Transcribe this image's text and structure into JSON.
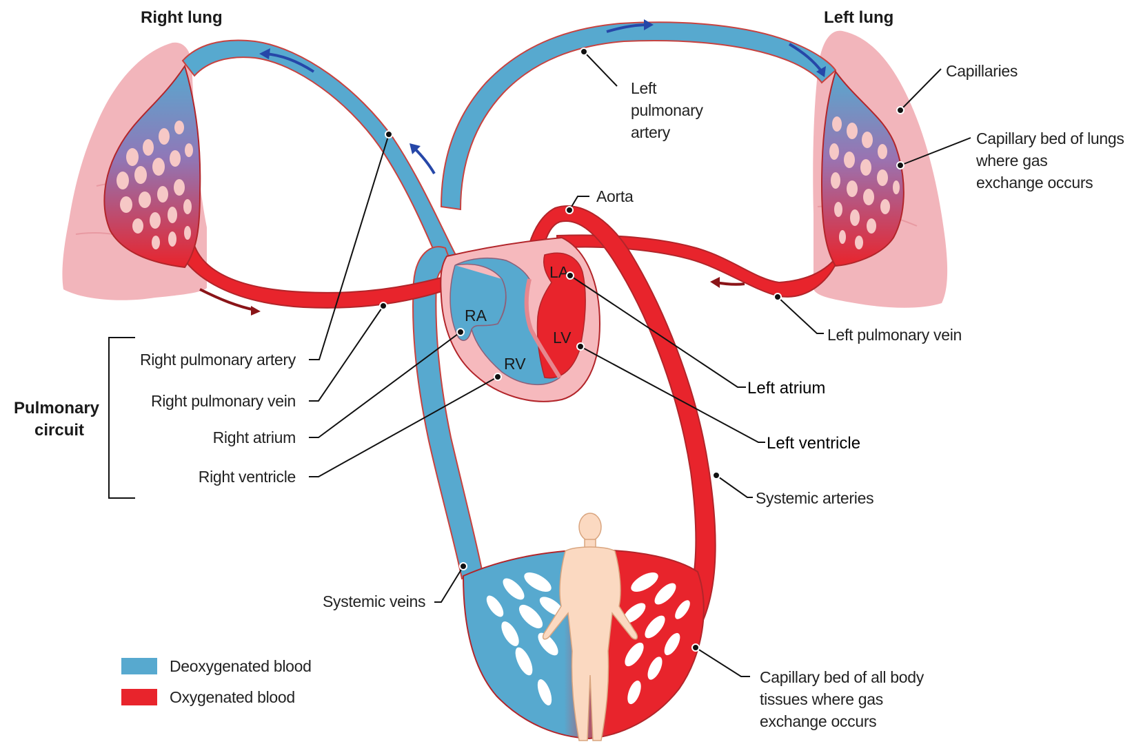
{
  "titles": {
    "right_lung": "Right lung",
    "left_lung": "Left lung",
    "pulmonary_circuit": [
      "Pulmonary",
      "circuit"
    ]
  },
  "chambers": {
    "ra": "RA",
    "rv": "RV",
    "la": "LA",
    "lv": "LV"
  },
  "labels": {
    "left_pulmonary_artery": [
      "Left",
      "pulmonary",
      "artery"
    ],
    "capillaries": "Capillaries",
    "capillary_bed_lungs": [
      "Capillary bed of lungs",
      "where gas",
      "exchange occurs"
    ],
    "aorta": "Aorta",
    "left_pulmonary_vein": "Left pulmonary vein",
    "left_atrium": "Left atrium",
    "left_ventricle": "Left ventricle",
    "systemic_arteries": "Systemic arteries",
    "capillary_bed_body": [
      "Capillary bed of all body",
      "tissues where gas",
      "exchange occurs"
    ],
    "systemic_veins": "Systemic veins",
    "right_pulmonary_artery": "Right pulmonary artery",
    "right_pulmonary_vein": "Right pulmonary vein",
    "right_atrium": "Right atrium",
    "right_ventricle": "Right ventricle"
  },
  "legend": {
    "items": [
      {
        "label": "Deoxygenated blood",
        "color": "#57a9cf"
      },
      {
        "label": "Oxygenated blood",
        "color": "#e8242c"
      }
    ]
  },
  "colors": {
    "deoxygenated": "#57a9cf",
    "oxygenated": "#e8242c",
    "lung": "#f2b5bb",
    "heart_wall": "#f6b9bd",
    "skin": "#fbd9c1"
  }
}
